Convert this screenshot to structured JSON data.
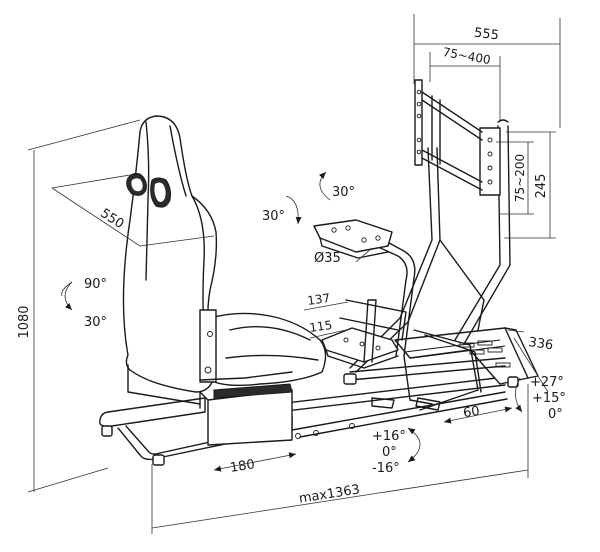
{
  "dimensions": {
    "height": "1080",
    "seat_depth": "550",
    "monitor_width": "555",
    "vesa_width": "75~400",
    "vesa_height": "75~200",
    "monitor_height": "245",
    "base_width": "336",
    "pedal_length": "137",
    "pedal_width": "115",
    "wheel_diameter": "Ø35",
    "rail_slide": "180",
    "pedal_slide": "60",
    "base_length": "max1363"
  },
  "angles": {
    "wheel_rotate": "30°",
    "wheel_tilt": "30°",
    "seat_upper": "90°",
    "seat_lower": "30°",
    "pedal_up": "+16°",
    "pedal_zero": "0°",
    "pedal_down": "-16°",
    "base_high": "+27°",
    "base_mid": "+15°",
    "base_zero": "0°"
  }
}
